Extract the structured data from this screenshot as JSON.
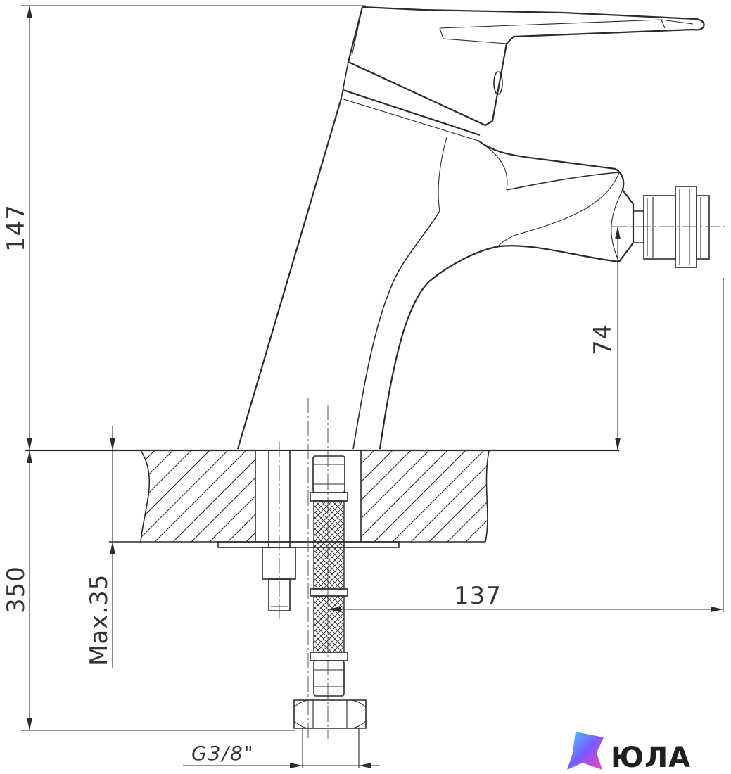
{
  "dimensions": {
    "total_height": "147",
    "spout_height": "74",
    "below_counter": "350",
    "max_thickness": "Max.35",
    "outlet_reach": "137",
    "thread": "G3/8\""
  },
  "logo": {
    "text": "ЮЛА",
    "gradient": [
      "#3fd3ff",
      "#7a5cff",
      "#ff3fb4"
    ]
  }
}
